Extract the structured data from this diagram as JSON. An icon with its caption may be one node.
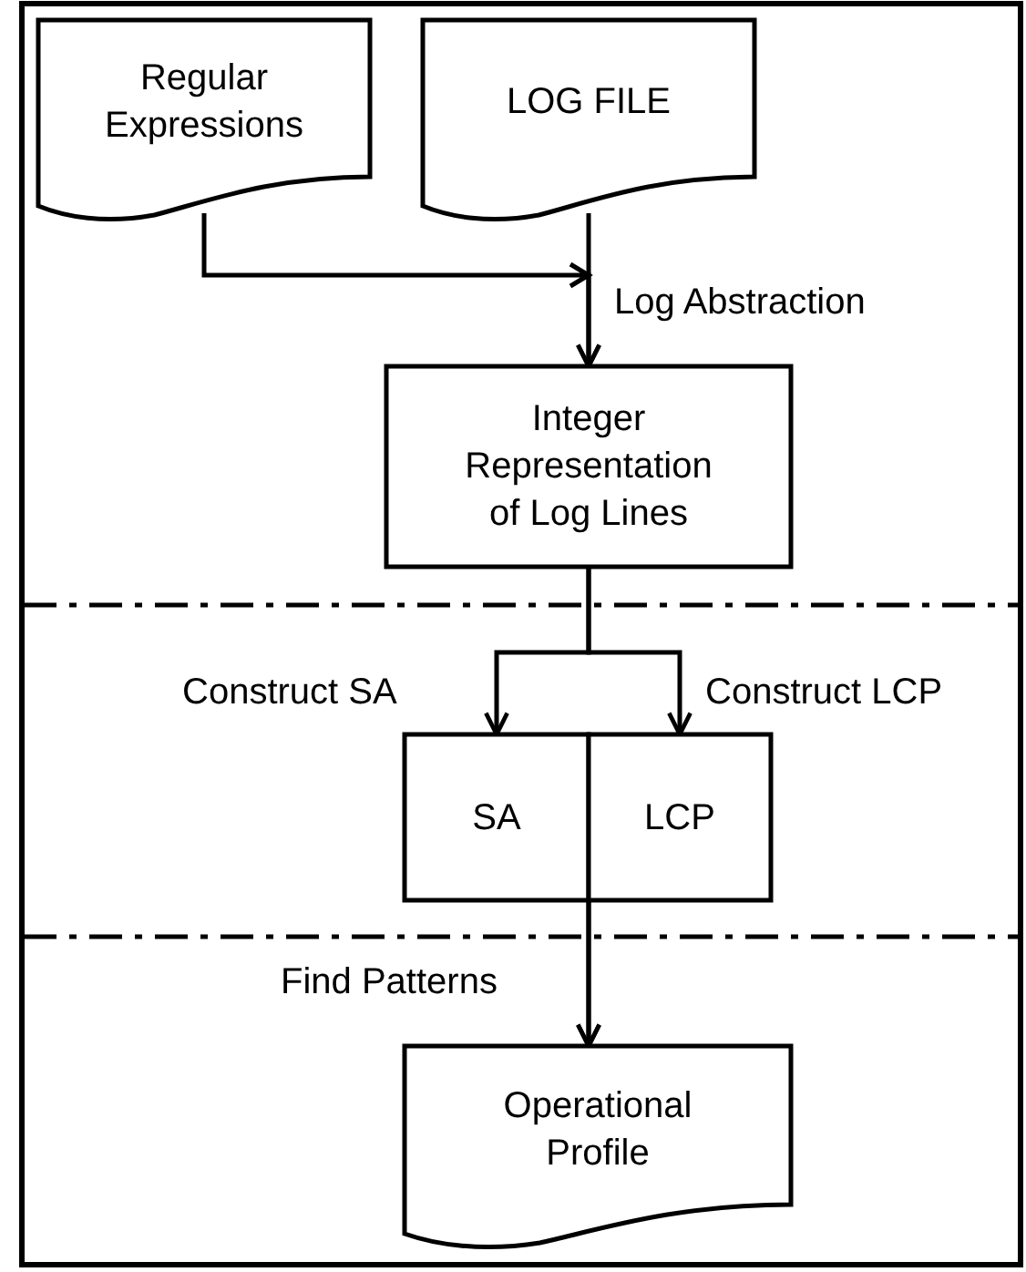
{
  "diagram": {
    "nodes": [
      {
        "text": [
          "Regular Expressions"
        ]
      },
      {
        "text": [
          "LOG FILE"
        ]
      },
      {
        "text": [
          "Integer Representation of Log Lines"
        ]
      },
      {
        "text": [
          "SA"
        ]
      },
      {
        "text": [
          "LCP"
        ]
      },
      {
        "text": [
          "Operational Profile"
        ]
      }
    ],
    "edges": [
      {
        "from": 0,
        "to": 2,
        "arrow": "to"
      },
      {
        "from": 1,
        "to": 2,
        "arrow": "to",
        "label": "Log Abstraction"
      },
      {
        "from": 2,
        "to": 3,
        "arrow": "to",
        "label": "Construct SA"
      },
      {
        "from": 2,
        "to": 4,
        "arrow": "to",
        "label": "Construct LCP"
      },
      {
        "from": 3,
        "to": 5,
        "arrow": "to",
        "label": "Find Patterns"
      },
      {
        "from": 4,
        "to": 5,
        "arrow": "to"
      }
    ]
  }
}
